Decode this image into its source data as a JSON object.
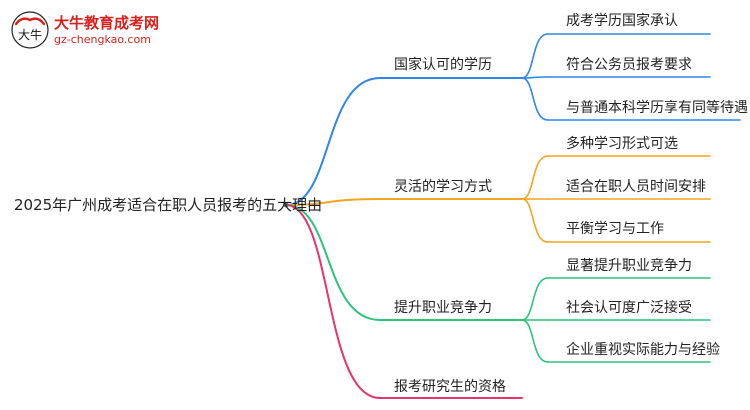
{
  "logo": {
    "title": "大牛教育成考网",
    "url": "gz-chengkao.com",
    "mark_text": "大牛"
  },
  "mindmap": {
    "root": "2025年广州成考适合在职人员报考的五大理由",
    "branches": [
      {
        "label": "国家认可的学历",
        "color": "#2f86e8",
        "children": [
          "成考学历国家承认",
          "符合公务员报考要求",
          "与普通本科学历享有同等待遇"
        ]
      },
      {
        "label": "灵活的学习方式",
        "color": "#f2a51e",
        "children": [
          "多种学习形式可选",
          "适合在职人员时间安排",
          "平衡学习与工作"
        ]
      },
      {
        "label": "提升职业竞争力",
        "color": "#2bc47a",
        "children": [
          "显著提升职业竞争力",
          "社会认可度广泛接受",
          "企业重视实际能力与经验"
        ]
      },
      {
        "label": "报考研究生的资格",
        "color": "#e8336b",
        "children": []
      }
    ]
  }
}
